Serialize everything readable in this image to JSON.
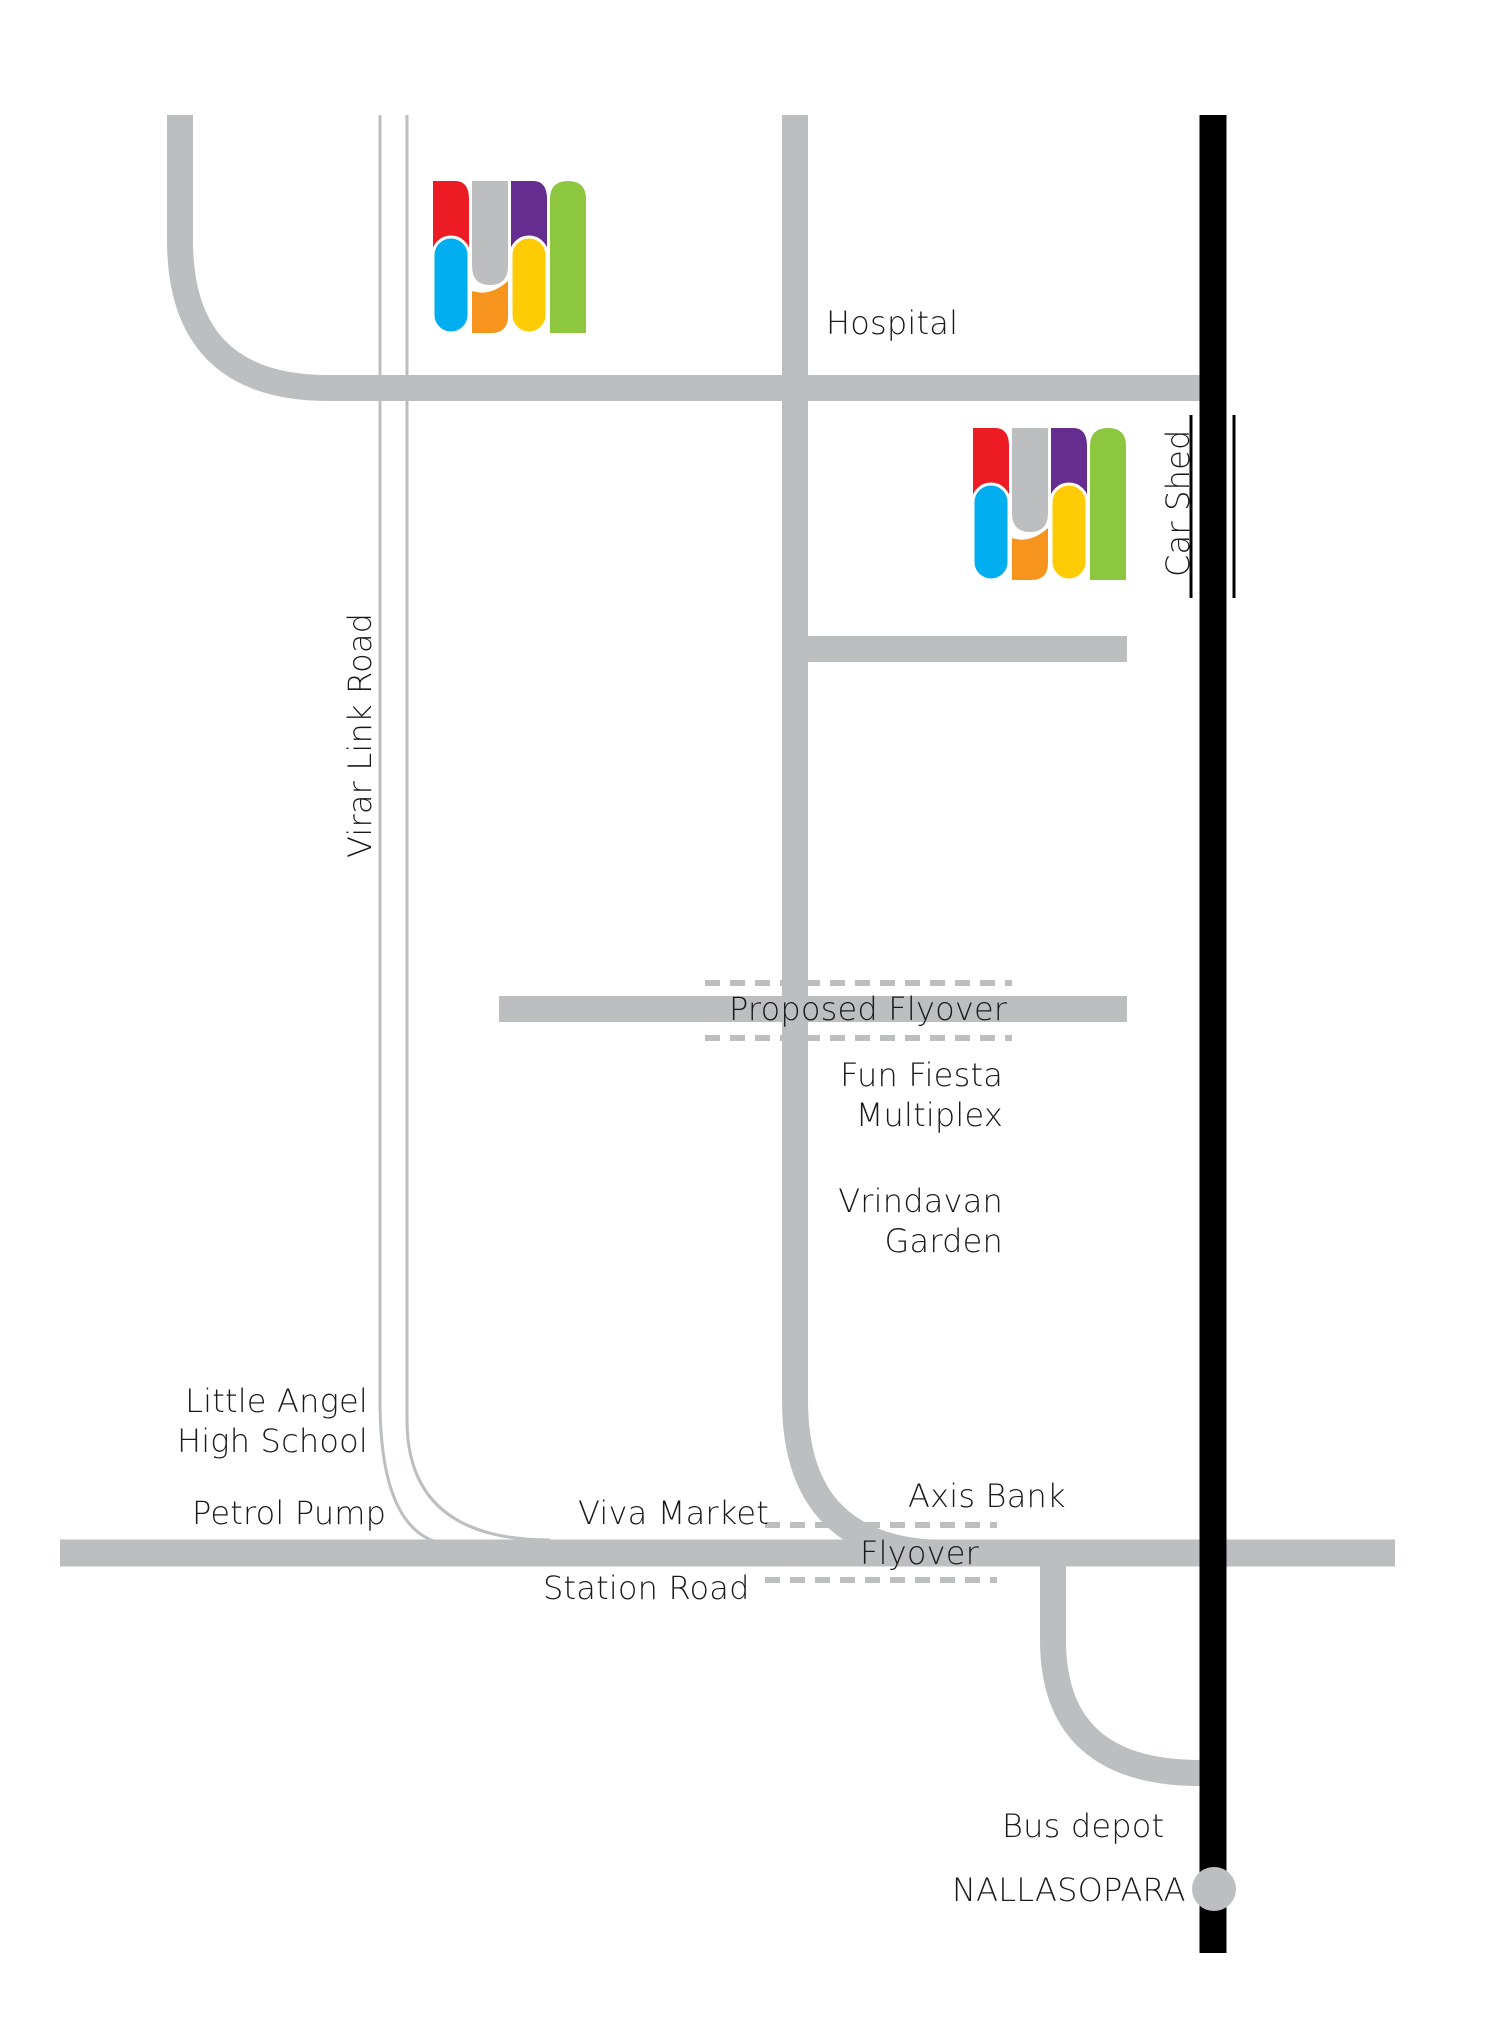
{
  "colors": {
    "road": "#bcbec0",
    "railway": "#000000",
    "text": "#1a1a1a",
    "logo": {
      "red": "#ed1c24",
      "grey": "#bcbec0",
      "purple": "#662d91",
      "green": "#8dc63f",
      "blue": "#00aeef",
      "orange": "#f7941d",
      "yellow": "#ffcb05"
    }
  },
  "labels": {
    "hospital": "Hospital",
    "car_shed": "Car Shed",
    "virar_link_road": "Virar Link Road",
    "proposed_flyover": "Proposed Flyover",
    "fun_fiesta_line1": "Fun Fiesta",
    "fun_fiesta_line2": "Multiplex",
    "vrindavan_line1": "Vrindavan",
    "vrindavan_line2": "Garden",
    "little_angel_line1": "Little Angel",
    "little_angel_line2": "High School",
    "petrol_pump": "Petrol Pump",
    "viva_market": "Viva Market",
    "axis_bank": "Axis Bank",
    "flyover": "Flyover",
    "station_road": "Station Road",
    "bus_depot": "Bus depot",
    "nallasopara": "NALLASOPARA"
  },
  "markers": {
    "logo_1": "project-logo",
    "logo_2": "project-logo",
    "station": "station-marker"
  }
}
